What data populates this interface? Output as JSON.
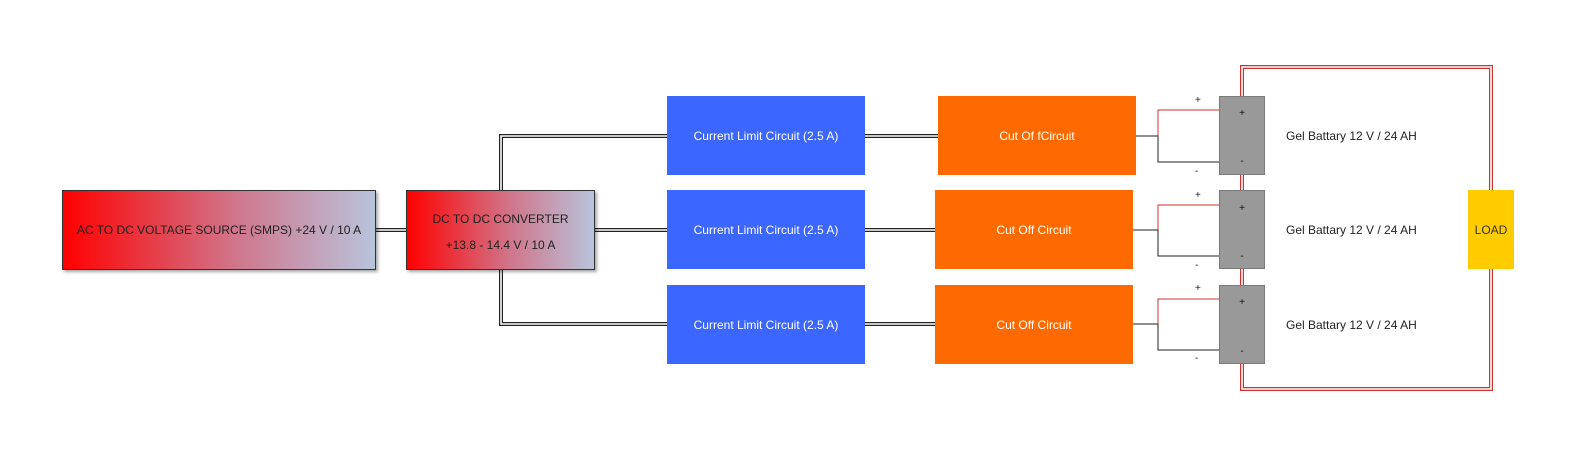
{
  "colors": {
    "current_limit": "#3b66ff",
    "cutoff": "#ff6a00",
    "battery": "#999999",
    "load": "#ffcc00",
    "positive_wire": "#cc3333",
    "negative_wire": "#222222",
    "bus_wire": "#222222"
  },
  "source": {
    "label": "AC TO DC VOLTAGE SOURCE (SMPS) +24 V / 10 A"
  },
  "converter": {
    "line1": "DC TO DC CONVERTER",
    "line2": "+13.8 - 14.4 V / 10 A"
  },
  "branches": [
    {
      "current_limit": "Current Limit Circuit (2.5 A)",
      "cutoff": "Cut Of fCircuit",
      "battery_label": "Gel Battary 12 V / 24 AH",
      "plus": "+",
      "minus": "-"
    },
    {
      "current_limit": "Current Limit Circuit (2.5 A)",
      "cutoff": "Cut Off Circuit",
      "battery_label": "Gel Battary 12 V / 24 AH",
      "plus": "+",
      "minus": "-"
    },
    {
      "current_limit": "Current Limit Circuit (2.5 A)",
      "cutoff": "Cut Off Circuit",
      "battery_label": "Gel Battary 12 V / 24 AH",
      "plus": "+",
      "minus": "-"
    }
  ],
  "load": {
    "label": "LOAD"
  }
}
